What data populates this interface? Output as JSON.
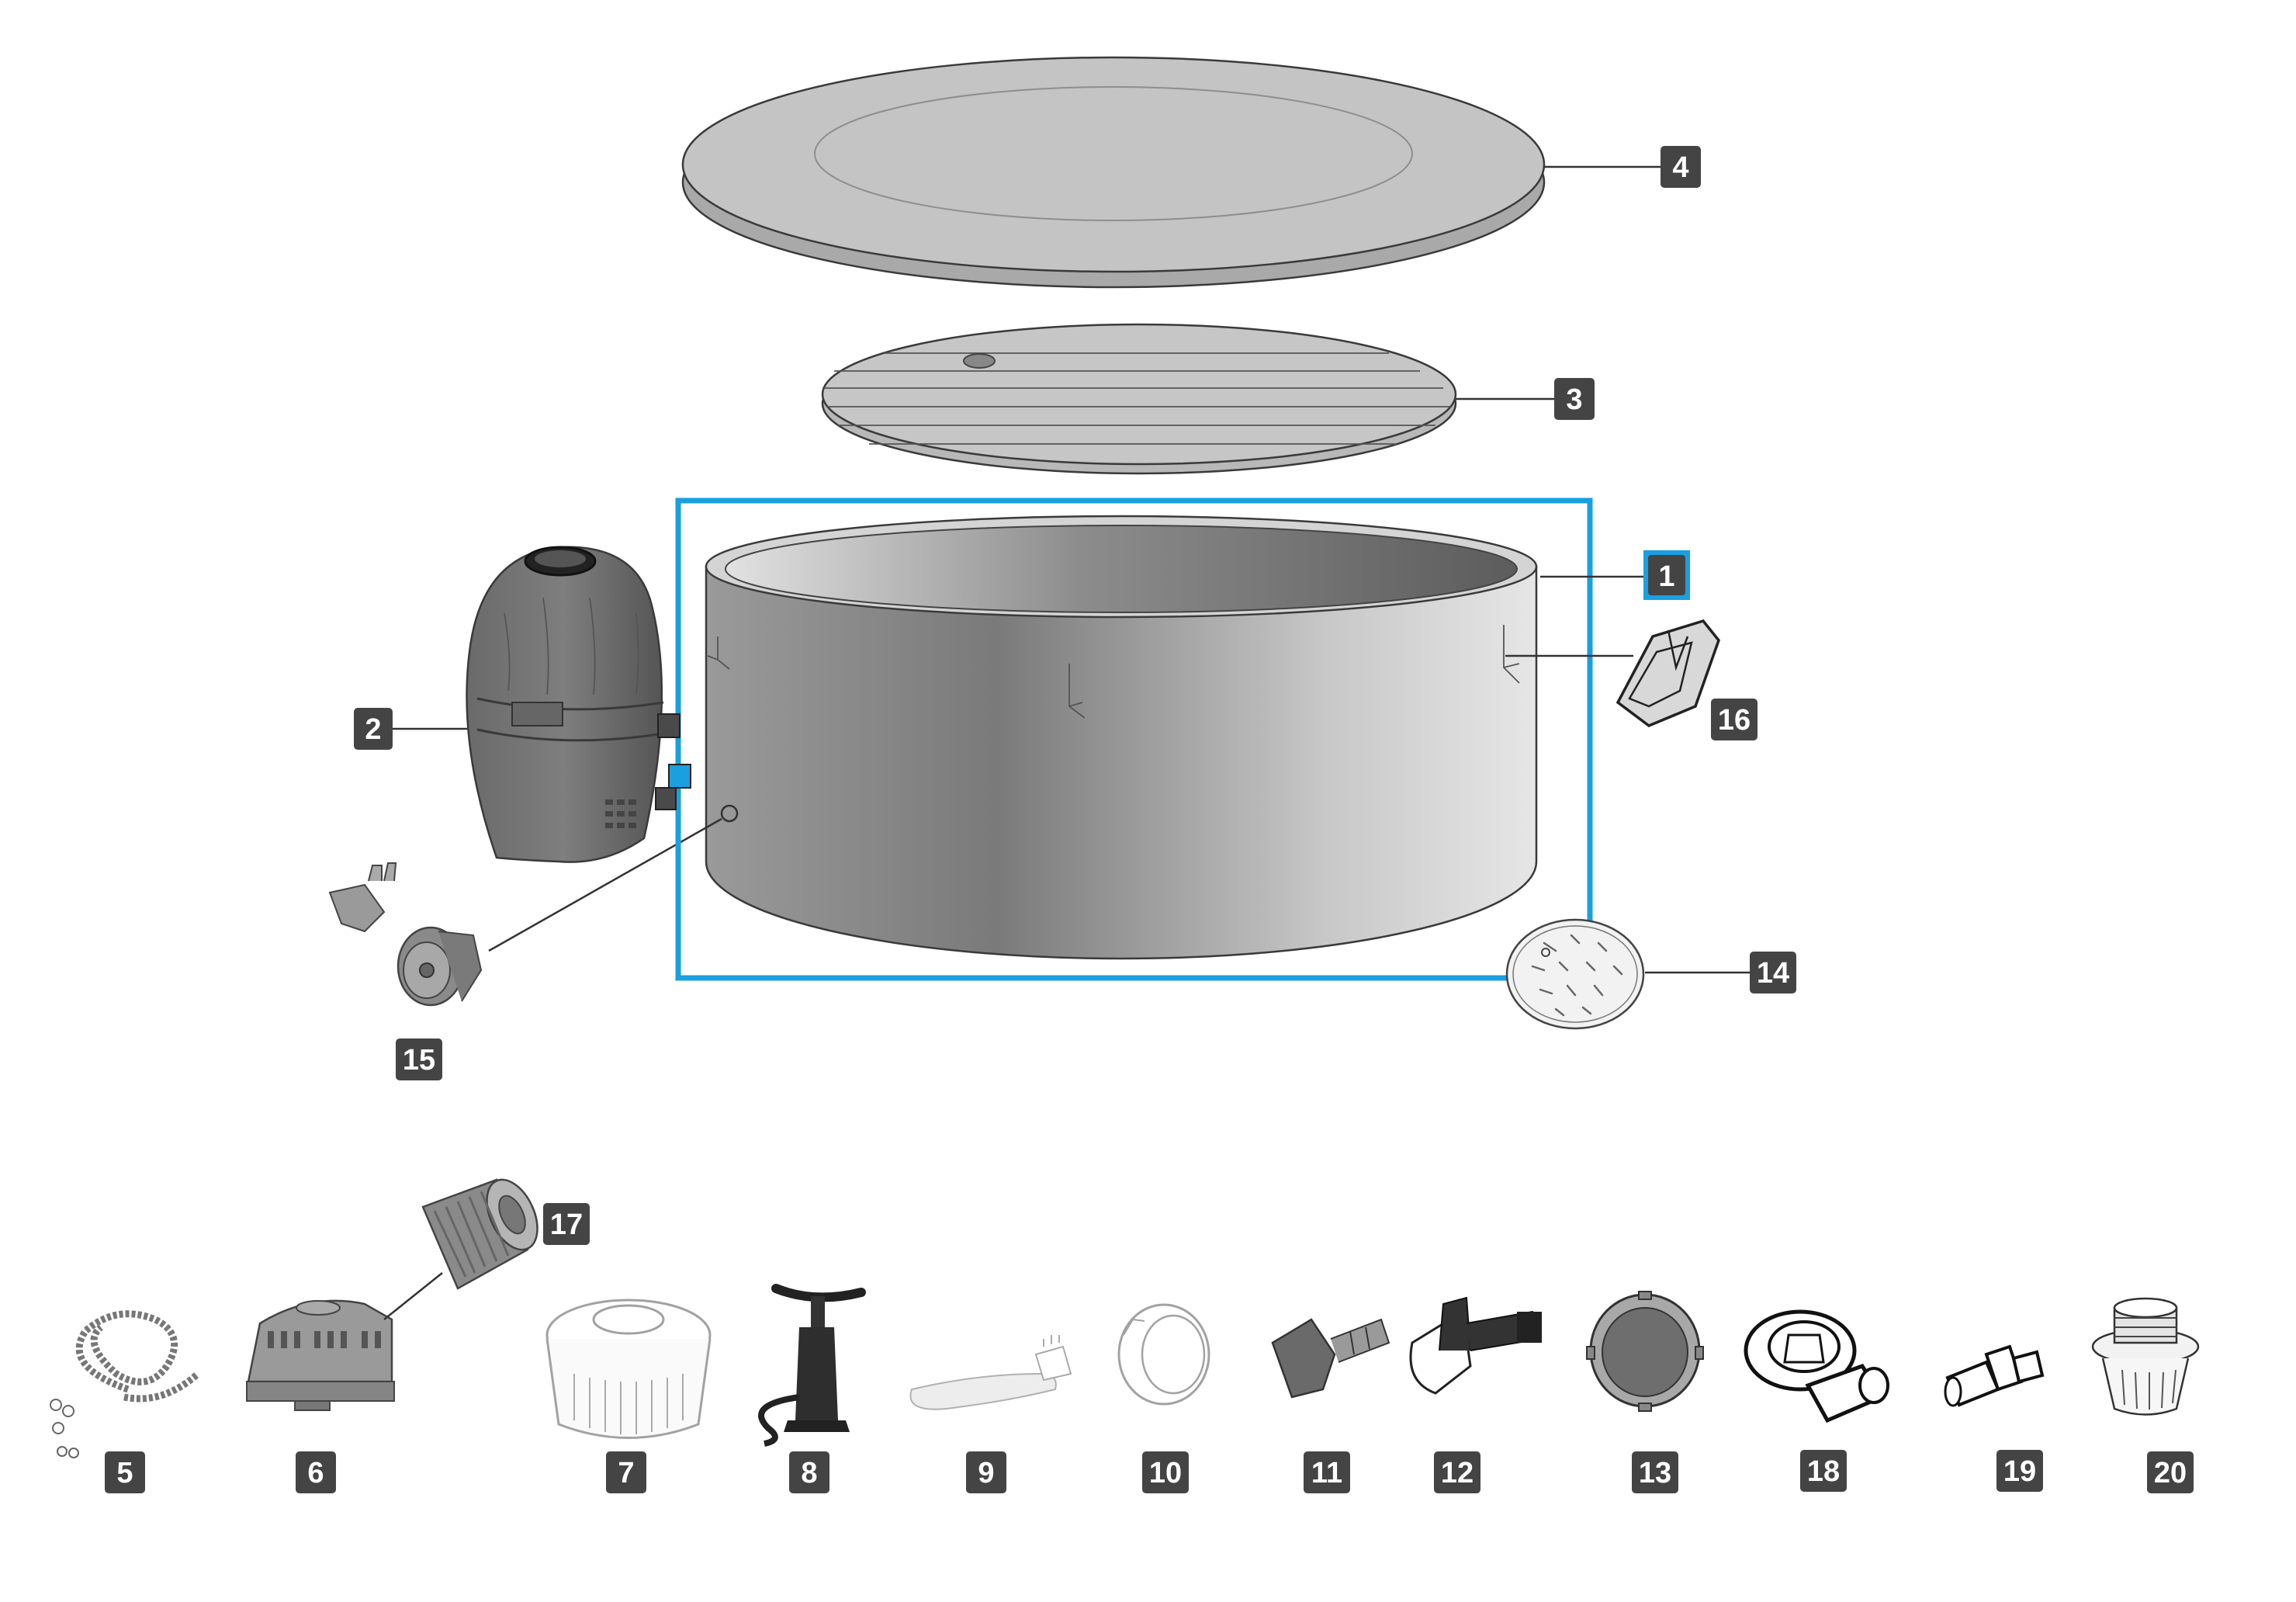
{
  "accent_color": "#1a9fe0",
  "label_color": "#444444",
  "highlighted_part": "1",
  "parts": {
    "p1": "1",
    "p2": "2",
    "p3": "3",
    "p4": "4",
    "p5": "5",
    "p6": "6",
    "p7": "7",
    "p8": "8",
    "p9": "9",
    "p10": "10",
    "p11": "11",
    "p12": "12",
    "p13": "13",
    "p14": "14",
    "p15": "15",
    "p16": "16",
    "p17": "17",
    "p18": "18",
    "p19": "19",
    "p20": "20"
  }
}
